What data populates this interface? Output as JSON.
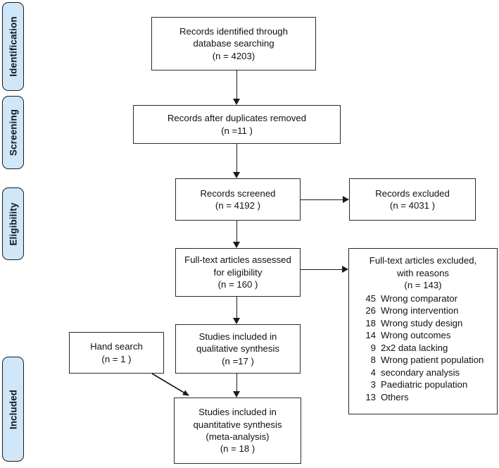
{
  "stages": [
    {
      "label": "Identification"
    },
    {
      "label": "Screening"
    },
    {
      "label": "Eligibility"
    },
    {
      "label": "Included"
    }
  ],
  "boxes": {
    "identified": {
      "lines": [
        "Records identified through",
        "database searching",
        "(n =  4203)"
      ]
    },
    "duplicates_removed": {
      "lines": [
        "Records after duplicates removed",
        "(n =11 )"
      ]
    },
    "screened": {
      "lines": [
        "Records screened",
        "(n = 4192 )"
      ]
    },
    "excluded": {
      "lines": [
        "Records excluded",
        "(n = 4031 )"
      ]
    },
    "fulltext_assessed": {
      "lines": [
        "Full-text articles assessed",
        "for eligibility",
        "(n = 160 )"
      ]
    },
    "qualitative": {
      "lines": [
        "Studies included in",
        "qualitative synthesis",
        "(n =17 )"
      ]
    },
    "hand_search": {
      "lines": [
        "Hand search",
        "(n = 1 )"
      ]
    },
    "quantitative": {
      "lines": [
        "Studies included in",
        "quantitative synthesis",
        "(meta-analysis)",
        "(n = 18 )"
      ]
    },
    "fulltext_excluded": {
      "head_lines": [
        "Full-text articles excluded,",
        "with reasons",
        "(n =  143)"
      ],
      "reasons": [
        {
          "count": "45",
          "label": "Wrong comparator"
        },
        {
          "count": "26",
          "label": "Wrong intervention"
        },
        {
          "count": "18",
          "label": "Wrong study design"
        },
        {
          "count": "14",
          "label": "Wrong outcomes"
        },
        {
          "count": "9",
          "label": "2x2 data lacking"
        },
        {
          "count": "8",
          "label": "Wrong patient population"
        },
        {
          "count": "4",
          "label": "secondary analysis"
        },
        {
          "count": "3",
          "label": "Paediatric population"
        },
        {
          "count": "13",
          "label": "Others"
        }
      ]
    }
  },
  "colors": {
    "stage_fill": "#cfe7f8",
    "stroke": "#1a1a1a",
    "box_border": "#2a2a2a",
    "background": "#ffffff"
  }
}
